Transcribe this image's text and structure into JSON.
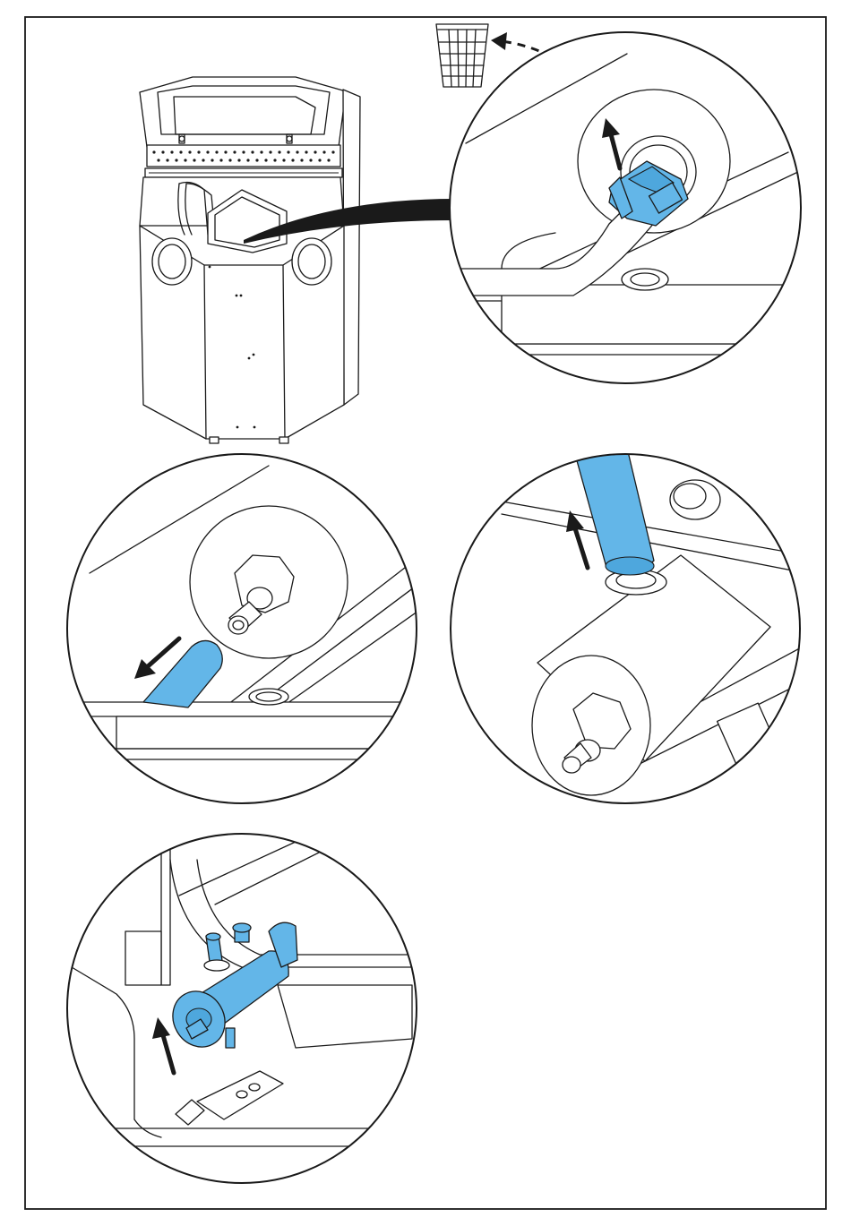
{
  "figure": {
    "accent_blue": "#63b6e8",
    "line_color": "#1a1a1a",
    "background": "#ffffff",
    "icons": [
      "waste-basket-icon",
      "machine-overview",
      "detail-circle",
      "direction-arrow"
    ]
  }
}
